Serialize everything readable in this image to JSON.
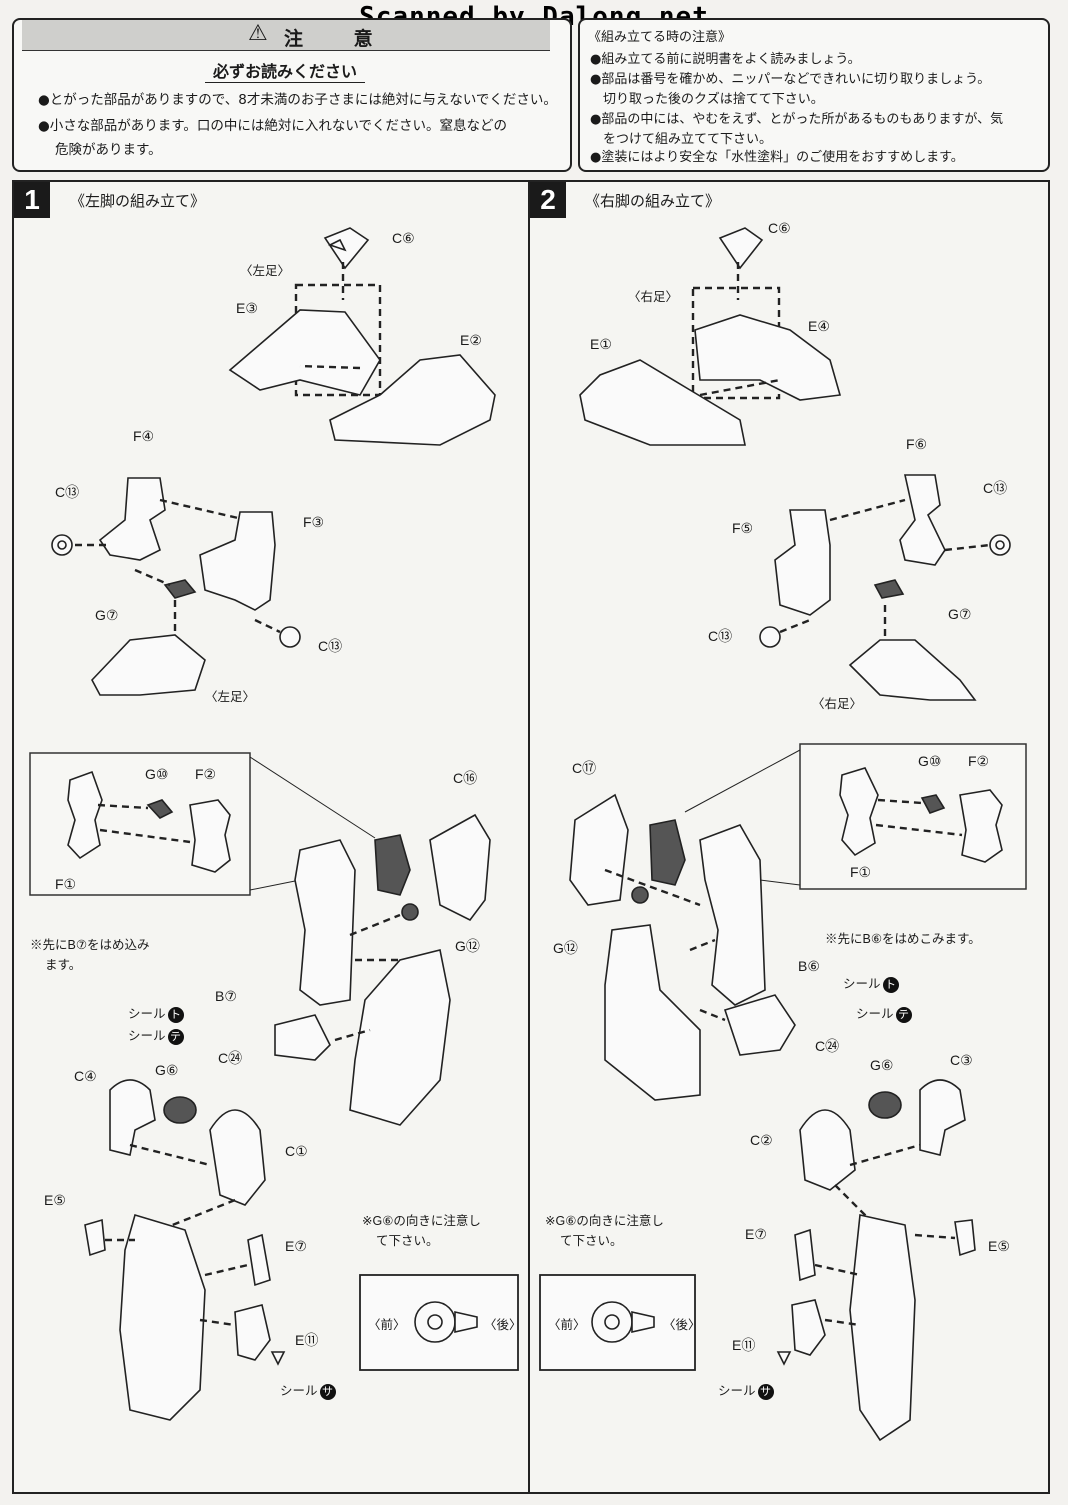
{
  "watermark": "Scanned by Dalong.net",
  "caution": {
    "title": "注 意",
    "subtitle": "必ずお読みください",
    "items": [
      "●とがった部品がありますので、8才未満のお子さまには絶対に与えないでください。",
      "●小さな部品があります。口の中には絶対に入れないでください。窒息などの",
      "危険があります。"
    ]
  },
  "assembly_notes": {
    "title": "《組み立てる時の注意》",
    "items": [
      "●組み立てる前に説明書をよく読みましょう。",
      "●部品は番号を確かめ、ニッパーなどできれいに切り取りましょう。",
      "切り取った後のクズは捨てて下さい。",
      "●部品の中には、やむをえず、とがった所があるものもありますが、気",
      "をつけて組み立てて下さい。",
      "●塗装にはより安全な「水性塗料」のご使用をおすすめします。"
    ]
  },
  "step1": {
    "number": "1",
    "title": "《左脚の組み立て》",
    "foot_label": "〈左足〉",
    "note_b": "※先にB⑦をはめ込み",
    "note_b2": "ます。",
    "note_g": "※G⑥の向きに注意し",
    "note_g2": "て下さい。",
    "front": "〈前〉",
    "back": "〈後〉",
    "parts": {
      "c6": "C⑥",
      "e3": "E③",
      "e2": "E②",
      "f4": "F④",
      "c13a": "C⑬",
      "f3": "F③",
      "g7": "G⑦",
      "c13b": "C⑬",
      "g10": "G⑩",
      "f2": "F②",
      "f1": "F①",
      "c16": "C⑯",
      "g12": "G⑫",
      "b7": "B⑦",
      "seal_to": "シール",
      "seal_te": "シール",
      "c24": "C㉔",
      "c4": "C④",
      "g6": "G⑥",
      "c1": "C①",
      "e5": "E⑤",
      "e7": "E⑦",
      "e11": "E⑪",
      "seal_sa": "シール"
    },
    "seal_marks": {
      "to": "ト",
      "te": "テ",
      "sa": "サ"
    }
  },
  "step2": {
    "number": "2",
    "title": "《右脚の組み立て》",
    "foot_label": "〈右足〉",
    "note_b": "※先にB⑥をはめこみます。",
    "note_g": "※G⑥の向きに注意し",
    "note_g2": "て下さい。",
    "front": "〈前〉",
    "back": "〈後〉",
    "parts": {
      "c6": "C⑥",
      "e1": "E①",
      "e4": "E④",
      "f6": "F⑥",
      "c13a": "C⑬",
      "f5": "F⑤",
      "g7": "G⑦",
      "c13b": "C⑬",
      "c17": "C⑰",
      "g10": "G⑩",
      "f2": "F②",
      "f1": "F①",
      "g12": "G⑫",
      "b6": "B⑥",
      "seal_to": "シール",
      "seal_te": "シール",
      "c24": "C㉔",
      "g6": "G⑥",
      "c3": "C③",
      "c2": "C②",
      "e7": "E⑦",
      "e5": "E⑤",
      "e11": "E⑪",
      "seal_sa": "シール"
    },
    "seal_marks": {
      "to": "ト",
      "te": "テ",
      "sa": "サ"
    }
  }
}
